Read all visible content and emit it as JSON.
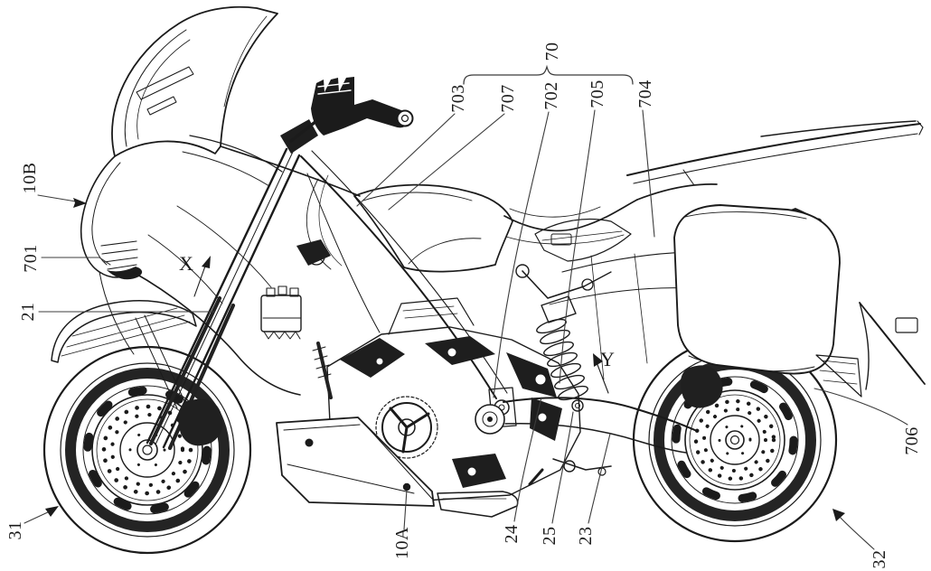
{
  "figure": {
    "background_color": "#ffffff",
    "line_color": "#1b1b1b",
    "leader_color": "#3c3c3c"
  },
  "reference_labels": {
    "group_70": {
      "text": "70",
      "grouped_members": [
        "703",
        "707",
        "702",
        "705",
        "704"
      ]
    },
    "l703": {
      "text": "703"
    },
    "l707": {
      "text": "707"
    },
    "l702": {
      "text": "702"
    },
    "l705": {
      "text": "705"
    },
    "l704": {
      "text": "704"
    },
    "l10B": {
      "text": "10B"
    },
    "l701": {
      "text": "701"
    },
    "l21": {
      "text": "21"
    },
    "l31": {
      "text": "31"
    },
    "l10A": {
      "text": "10A"
    },
    "l24": {
      "text": "24"
    },
    "l25": {
      "text": "25"
    },
    "l23": {
      "text": "23"
    },
    "l32": {
      "text": "32"
    },
    "l706": {
      "text": "706"
    }
  },
  "axis_arrows": {
    "x": {
      "text": "X"
    },
    "y": {
      "text": "Y"
    }
  }
}
